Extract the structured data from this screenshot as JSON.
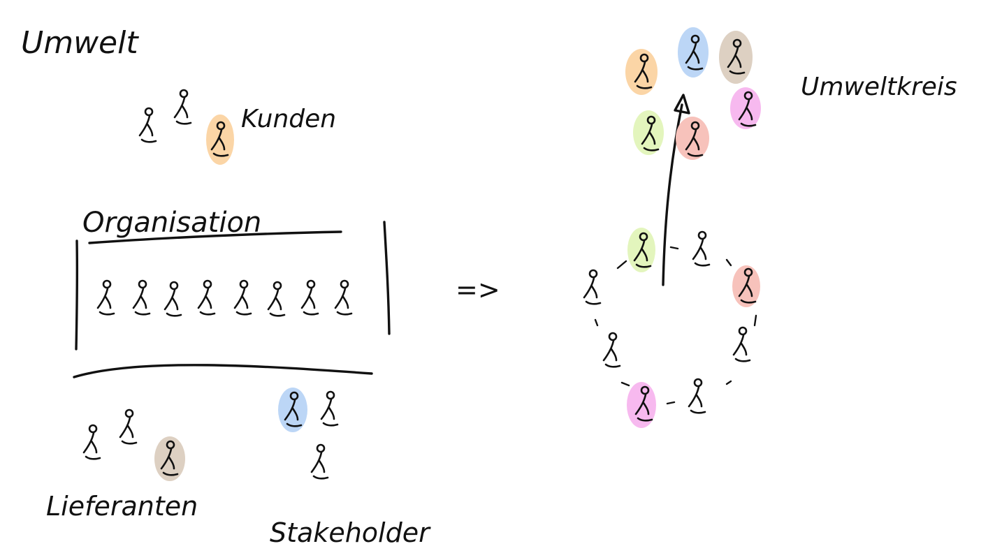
{
  "labels": {
    "umwelt": "Umwelt",
    "kunden": "Kunden",
    "organisation": "Organisation",
    "lieferanten": "Lieferanten",
    "stakeholder": "Stakeholder",
    "umweltkreis": "Umweltkreis",
    "implies": "=>"
  },
  "colors": {
    "ink": "#111111",
    "orange": "#fbd5a6",
    "blue": "#bcd6f6",
    "taupe": "#ddd0c2",
    "pink": "#f7b9ef",
    "green": "#e3f5bd",
    "red": "#f7c2bb"
  }
}
